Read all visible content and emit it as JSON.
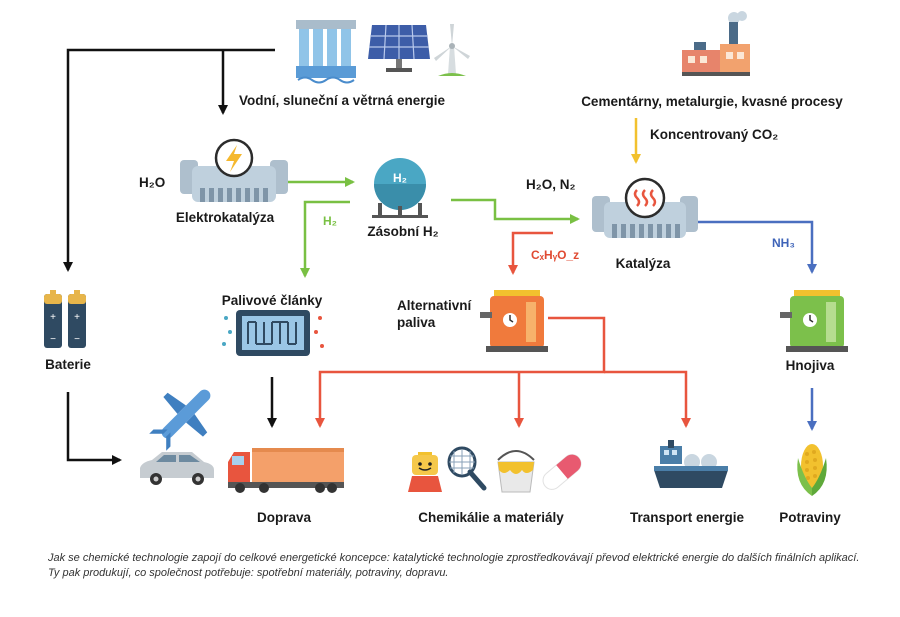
{
  "labels": {
    "sources": "Vodní, sluneční a větrná energie",
    "industry": "Cementárny, metalurgie, kvasné procesy",
    "co2": "Koncentrovaný CO₂",
    "h2o_left": "H₂O",
    "electrocatalysis": "Elektrokatalýza",
    "h2_tank_icon": "H₂",
    "storage_h2": "Zásobní H₂",
    "h2_arrow": "H₂",
    "h2o_n2": "H₂O, N₂",
    "catalysis": "Katalýza",
    "nh3": "NH₃",
    "cxhyoz": "CₓHᵧO_z",
    "fuel_cells": "Palivové články",
    "alt_fuels_1": "Alternativní",
    "alt_fuels_2": "paliva",
    "batteries": "Baterie",
    "fertilizers": "Hnojiva",
    "transport": "Doprava",
    "chemicals": "Chemikálie a materiály",
    "energy_transport": "Transport energie",
    "food": "Potraviny"
  },
  "caption": "Jak se chemické technologie zapojí do celkové energetické koncepce: katalytické technologie zprostředkovávají převod elektrické energie do dalších finálních aplikací. Ty pak produkují, co společnost potřebuje: spotřební materiály, potraviny, dopravu.",
  "colors": {
    "black": "#111111",
    "green": "#79c043",
    "yellow": "#f2c12e",
    "red": "#e8553e",
    "blue": "#4a6fc0",
    "nh3_text": "#3e63b8",
    "cxhyoz_text": "#e04a32"
  },
  "icons": [
    "hydro-dam-icon",
    "solar-panel-icon",
    "wind-turbine-icon",
    "factory-icon",
    "electrolyzer-icon",
    "hydrogen-tank-icon",
    "reactor-icon",
    "fuel-cell-icon",
    "fuel-tank-icon",
    "fertilizer-tank-icon",
    "battery-icon",
    "airplane-icon",
    "car-icon",
    "truck-icon",
    "lego-figure-icon",
    "tennis-racket-icon",
    "paint-bucket-icon",
    "pill-icon",
    "cargo-ship-icon",
    "corn-icon"
  ]
}
